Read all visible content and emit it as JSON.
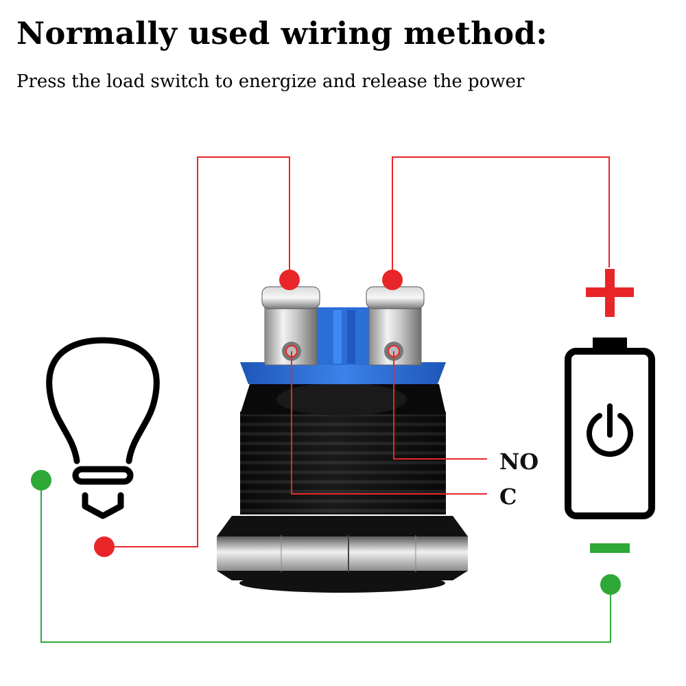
{
  "title": "Normally used wiring method:",
  "subtitle": "Press the load switch to energize and release the power",
  "labels": {
    "no": "NO",
    "c": "C"
  },
  "battery": {
    "plus": "+",
    "minus": "-"
  },
  "colors": {
    "red_wire": "#e8262a",
    "green_wire": "#2ea836",
    "switch_blue": "#2b6fd6",
    "switch_black": "#111111"
  },
  "icons": [
    "light-bulb-icon",
    "battery-icon",
    "power-icon"
  ]
}
